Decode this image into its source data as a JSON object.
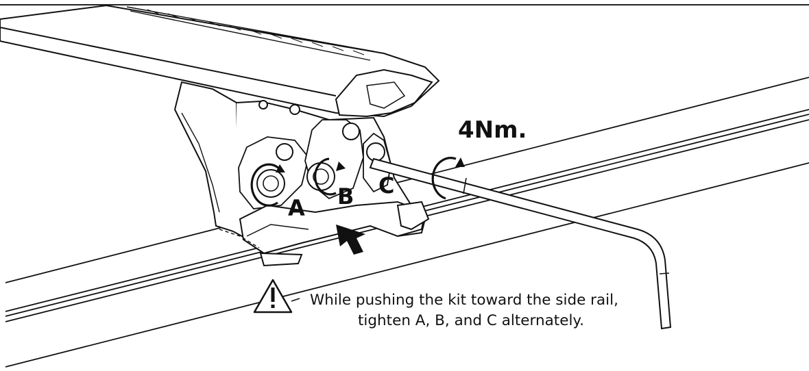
{
  "torque_label": "4Nm.",
  "bolt_labels": {
    "a": "A",
    "b": "B",
    "c": "C"
  },
  "instruction": {
    "line1": "While pushing the kit toward the side rail,",
    "line2": "tighten A, B, and C alternately."
  },
  "icons": [
    "warning-icon",
    "rotation-arrow-icon",
    "push-arrow-icon",
    "hex-key-icon"
  ]
}
